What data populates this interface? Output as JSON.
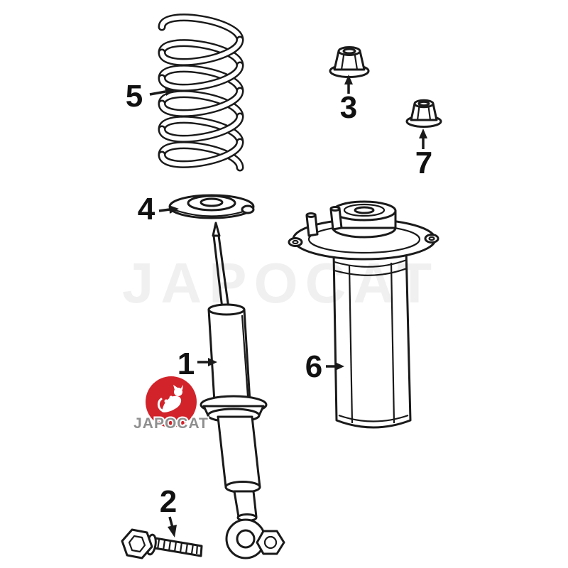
{
  "diagram": {
    "background_color": "#ffffff",
    "line_color": "#1a1a1a",
    "watermark_text": "JAPOCAT",
    "logo": {
      "text": "JAPOCAT",
      "circle_color": "#d2232a",
      "wordmark_color": "#8f8f8f"
    },
    "labels": {
      "part1": "1",
      "part2": "2",
      "part3": "3",
      "part4": "4",
      "part5": "5",
      "part6": "6",
      "part7": "7"
    }
  }
}
